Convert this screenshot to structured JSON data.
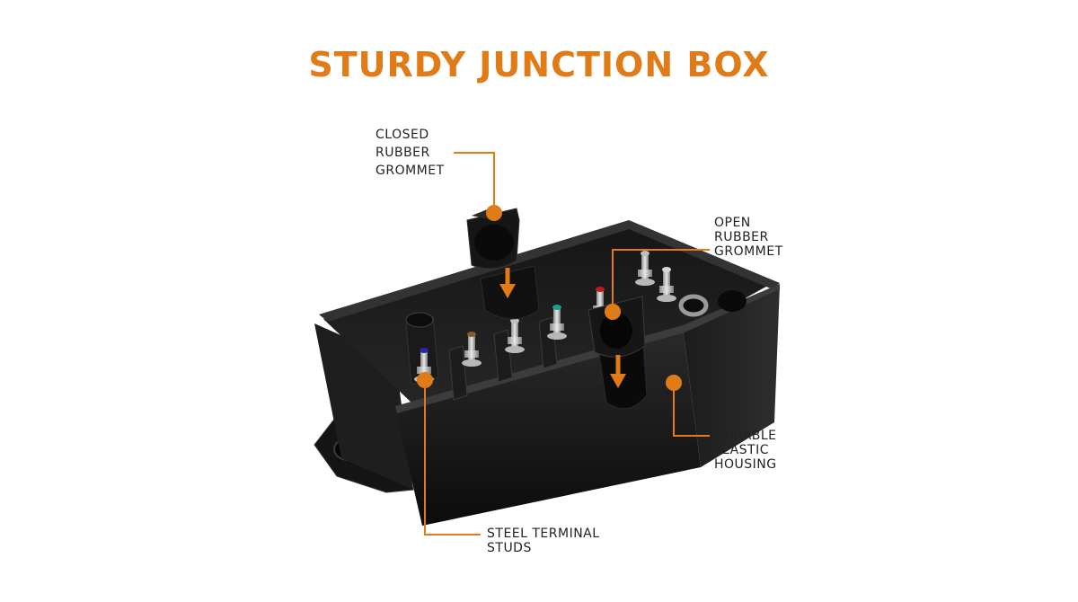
{
  "title": "STURDY JUNCTION BOX",
  "accent_color": "#e07b17",
  "callouts": {
    "closed_grommet": [
      "CLOSED",
      "RUBBER",
      "GROMMET"
    ],
    "open_grommet": [
      "OPEN",
      "RUBBER",
      "GROMMET"
    ],
    "housing": [
      "DURABLE",
      "PLASTIC",
      "HOUSING"
    ],
    "studs": [
      "STEEL TERMINAL",
      "STUDS"
    ]
  },
  "terminal_cap_colors": [
    "#2a2aa0",
    "#8a5a2a",
    "#c0c0c0",
    "#1aa08a",
    "#c01a1a",
    "#d8d8d8",
    "#c0c0c0"
  ]
}
